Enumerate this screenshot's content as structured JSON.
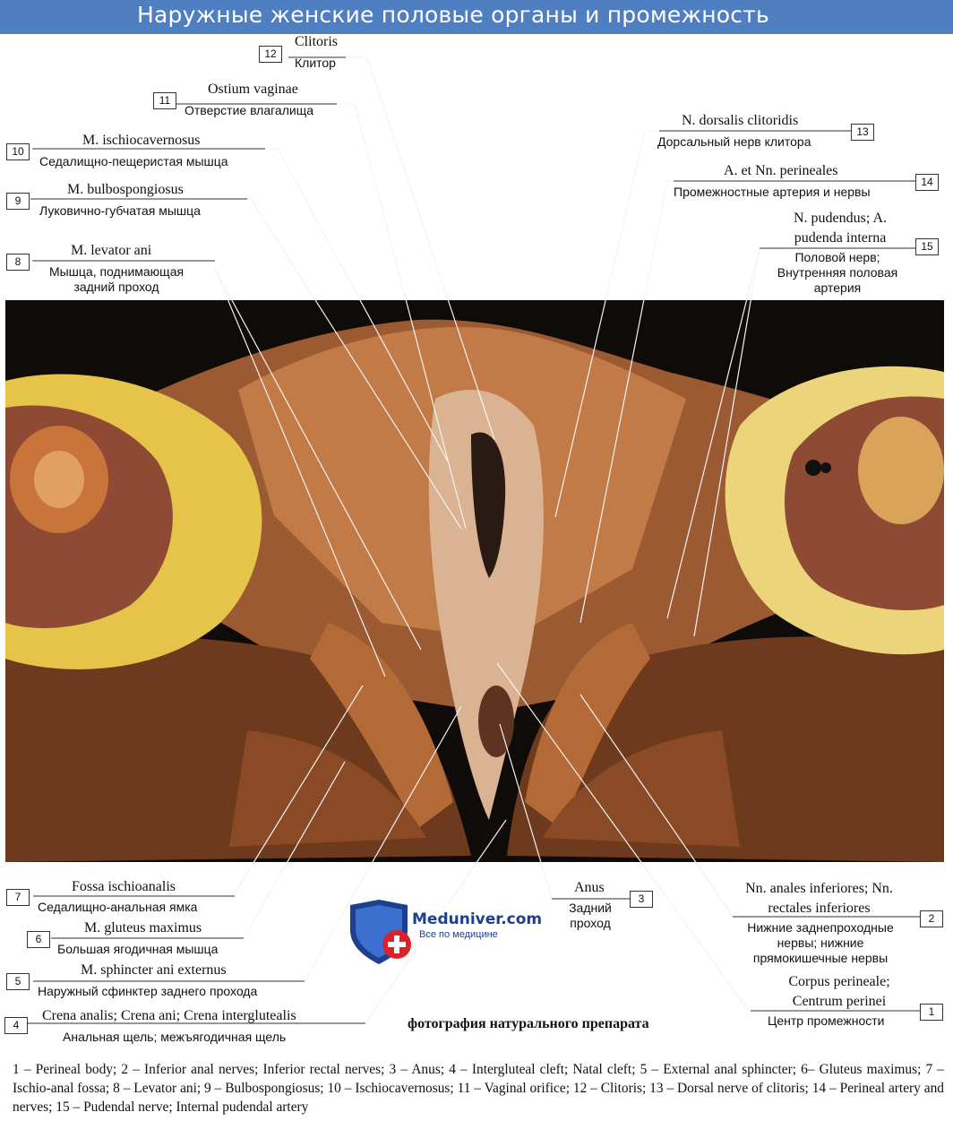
{
  "title": "Наружные женские половые органы и промежность",
  "caption": "фотография натурального препарата",
  "logo": {
    "name": "Meduniver.com",
    "tagline": "Все по медицине"
  },
  "labels": [
    {
      "num": "12",
      "latin": "Clitoris",
      "russian": "Клитор"
    },
    {
      "num": "11",
      "latin": "Ostium vaginae",
      "russian": "Отверстие влагалища"
    },
    {
      "num": "10",
      "latin": "M. ischiocavernosus",
      "russian": "Седалищно-пещеристая мышца"
    },
    {
      "num": "9",
      "latin": "M. bulbospongiosus",
      "russian": "Луковично-губчатая мышца"
    },
    {
      "num": "8",
      "latin": "M. levator ani",
      "russian": "Мышца, поднимающая задний проход"
    },
    {
      "num": "13",
      "latin": "N. dorsalis clitoridis",
      "russian": "Дорсальный нерв клитора"
    },
    {
      "num": "14",
      "latin": "A. et Nn. perineales",
      "russian": "Промежностные артерия и нервы"
    },
    {
      "num": "15",
      "latin": "N. pudendus; A. pudenda interna",
      "russian": "Половой нерв; Внутренняя половая артерия"
    },
    {
      "num": "7",
      "latin": "Fossa ischioanalis",
      "russian": "Седалищно-анальная ямка"
    },
    {
      "num": "6",
      "latin": "M. gluteus maximus",
      "russian": "Большая ягодичная мышца"
    },
    {
      "num": "5",
      "latin": "M. sphincter ani externus",
      "russian": "Наружный сфинктер заднего прохода"
    },
    {
      "num": "4",
      "latin": "Crena analis; Crena ani; Crena interglutealis",
      "russian": "Анальная щель; межъягодичная щель"
    },
    {
      "num": "3",
      "latin": "Anus",
      "russian": "Задний проход"
    },
    {
      "num": "2",
      "latin": "Nn. anales inferiores; Nn. rectales inferiores",
      "russian": "Нижние заднепроходные нервы; нижние прямокишечные нервы"
    },
    {
      "num": "1",
      "latin": "Corpus perineale; Centrum perinei",
      "russian": "Центр промежности"
    }
  ],
  "legend": "1 – Perineal body; 2 – Inferior anal nerves; Inferior rectal nerves; 3 – Anus; 4 – Intergluteal cleft; Natal cleft; 5 – External anal sphincter; 6– Gluteus maximus; 7 – Ischio-anal fossa; 8 – Levator ani; 9 – Bulbospongiosus; 10 – Ischiocavernosus; 11 – Vaginal orifice; 12 – Clitoris; 13 – Dorsal nerve of clitoris; 14 – Perineal artery and nerves; 15 – Pudendal nerve; Internal pudendal artery",
  "colors": {
    "title_bar": "#4f7fc0",
    "photo_background": "#0e0b08",
    "tissue": "#b5683b",
    "fat": "#e8c74a",
    "logo_blue": "#1c3f8f",
    "logo_red": "#d8232a"
  }
}
